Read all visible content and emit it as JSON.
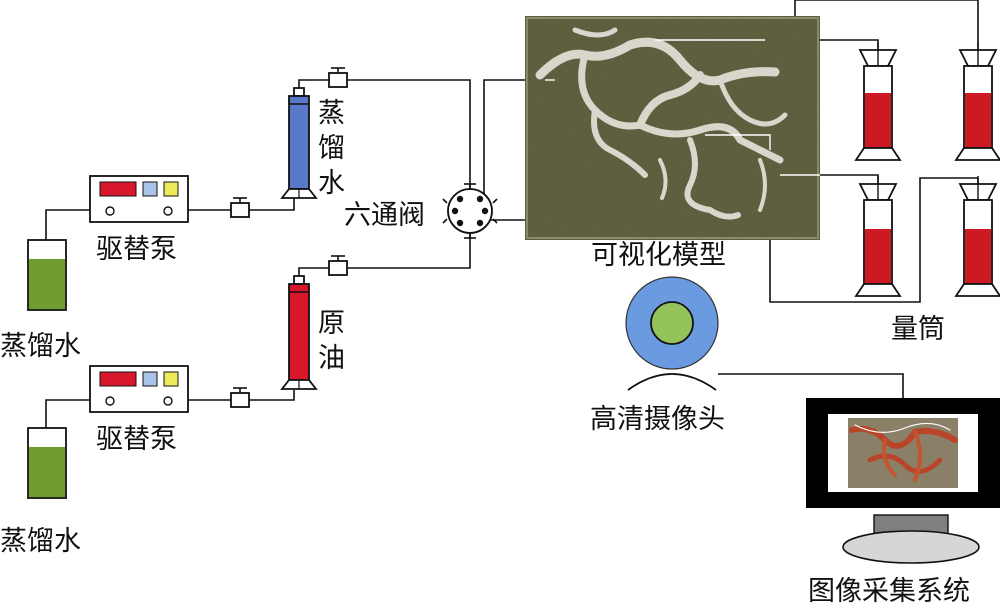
{
  "labels": {
    "water_beaker_top": "蒸馏水",
    "water_beaker_bottom": "蒸馏水",
    "pump_top": "驱替泵",
    "pump_bottom": "驱替泵",
    "water_column_line1": "蒸",
    "water_column_line2": "馏",
    "water_column_line3": "水",
    "oil_column_line1": "原",
    "oil_column_line2": "油",
    "six_way_valve": "六通阀",
    "visual_model": "可视化模型",
    "cylinders": "量筒",
    "camera": "高清摄像头",
    "image_system": "图像采集系统"
  },
  "colors": {
    "water_green": "#6f9e2f",
    "pump_red": "#d8172b",
    "pump_blue": "#a9c4e8",
    "pump_yellow": "#ecec5a",
    "water_column_blue": "#5a78c8",
    "oil_column_red": "#d8172b",
    "cylinder_fluid": "#cc1a22",
    "camera_outer": "#6a9be0",
    "camera_inner": "#93c35a",
    "model_bg": "#5c5c3c",
    "model_channel": "#d9d6cc",
    "monitor_frame": "#000000",
    "monitor_stand": "#7f7f7f"
  }
}
